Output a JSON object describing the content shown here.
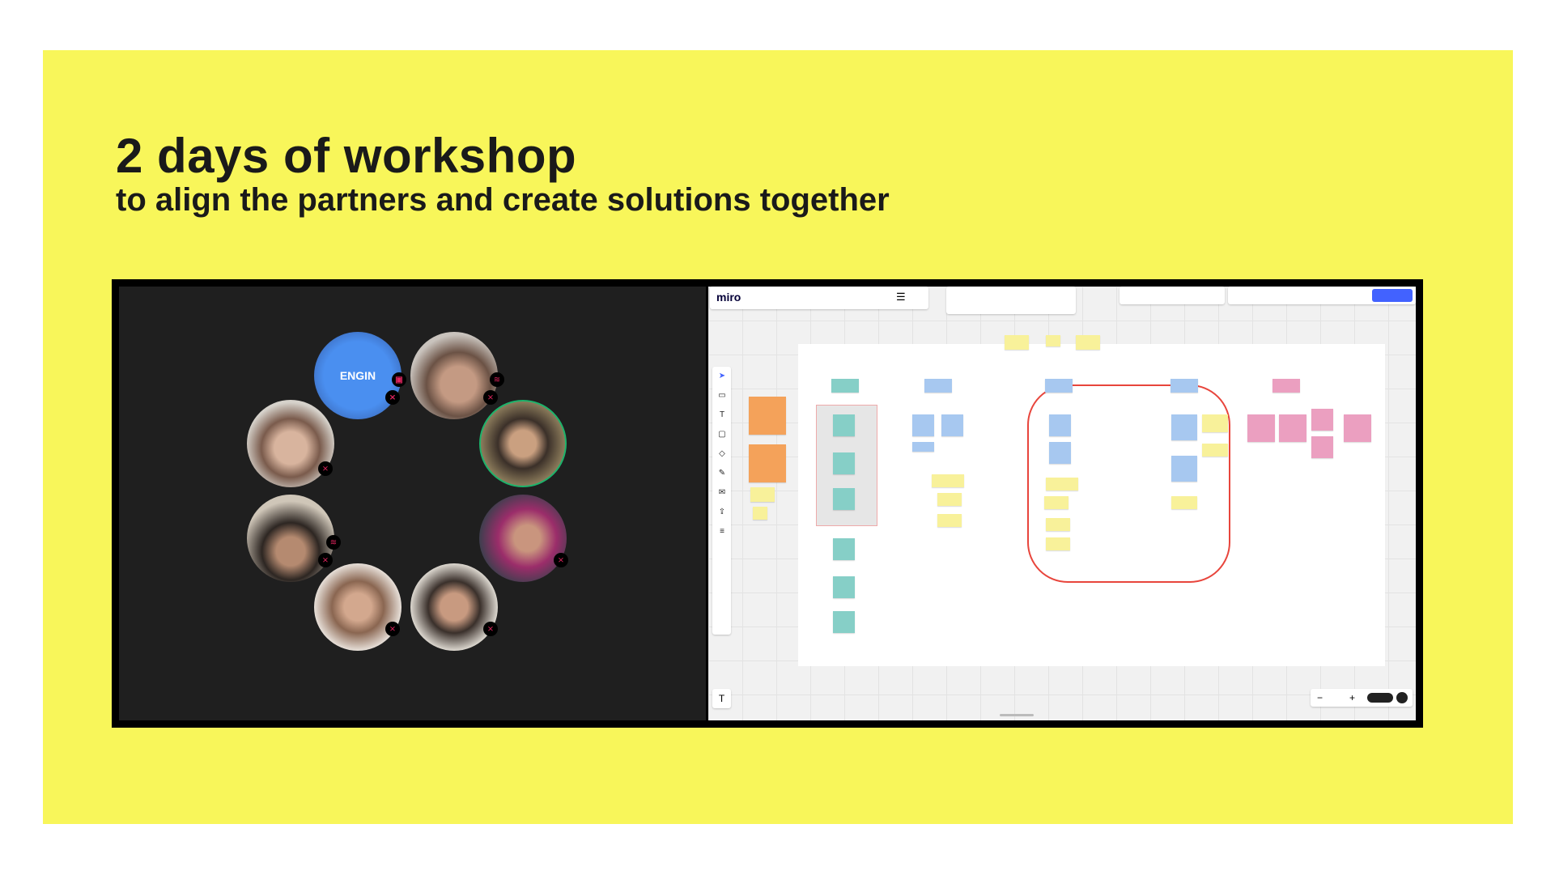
{
  "heading": {
    "title": "2 days of workshop",
    "subtitle": "to align the partners and create solutions together"
  },
  "call": {
    "participants": [
      {
        "label": "ENGIN",
        "color": "#4a8ff0"
      }
    ],
    "mute_color": "#e0245e",
    "active_ring": "#1db36b"
  },
  "miro": {
    "logo": "miro",
    "share_color": "#4262ff",
    "zoom_minus": "−",
    "zoom_plus": "+",
    "frame_outline": "#e8453c"
  },
  "colors": {
    "background": "#f8f65a",
    "frame": "#000000",
    "call_bg": "#1f1f1f"
  }
}
